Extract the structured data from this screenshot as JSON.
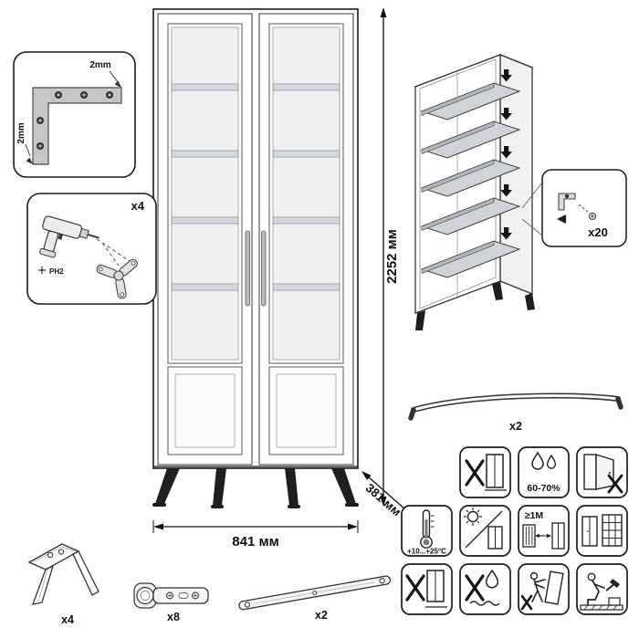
{
  "diagram": {
    "dimensions": {
      "height": "2252 мм",
      "width": "841 мм",
      "depth": "381 мм"
    },
    "bracket_detail": {
      "top": "2mm",
      "side": "2mm"
    },
    "drill_detail": {
      "qty": "x4",
      "bit": "PH2"
    },
    "shelf_pins": {
      "qty": "x20"
    },
    "rail": {
      "qty": "x2"
    },
    "care": {
      "humidity": "60-70%",
      "temperature": "+10...+25°C",
      "distance": "≥1M"
    },
    "parts": {
      "leg": "x4",
      "hinge": "x8",
      "strip": "x2"
    }
  }
}
